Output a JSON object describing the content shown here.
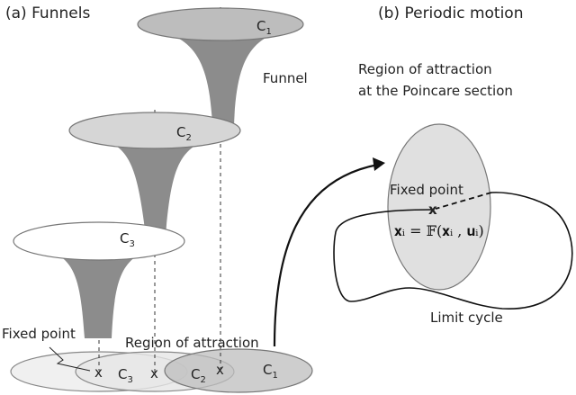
{
  "panel_a": {
    "title": "(a) Funnels",
    "funnel_label": "Funnel",
    "fixed_point_label": "Fixed point",
    "region_label": "Region of attraction",
    "funnels": [
      {
        "letter": "C",
        "subscript": "1"
      },
      {
        "letter": "C",
        "subscript": "2"
      },
      {
        "letter": "C",
        "subscript": "3"
      }
    ],
    "bottom_regions": [
      {
        "letter": "C",
        "subscript": "3"
      },
      {
        "letter": "C",
        "subscript": "2"
      },
      {
        "letter": "C",
        "subscript": "1"
      }
    ],
    "marker": "x"
  },
  "panel_b": {
    "title": "(b) Periodic motion",
    "region_line1": "Region of attraction",
    "region_line2": "at the Poincare section",
    "fixed_point_label": "Fixed point",
    "equation": "𝐱ᵢ = 𝔽(𝐱ᵢ , 𝐮ᵢ)",
    "limit_cycle_label": "Limit cycle",
    "marker": "x"
  },
  "colors": {
    "funnel_dark": "#8c8c8c",
    "funnel_mid": "#b3b3b3",
    "funnel_light": "#d9d9d9",
    "region_fill": "#e0e0e0"
  }
}
